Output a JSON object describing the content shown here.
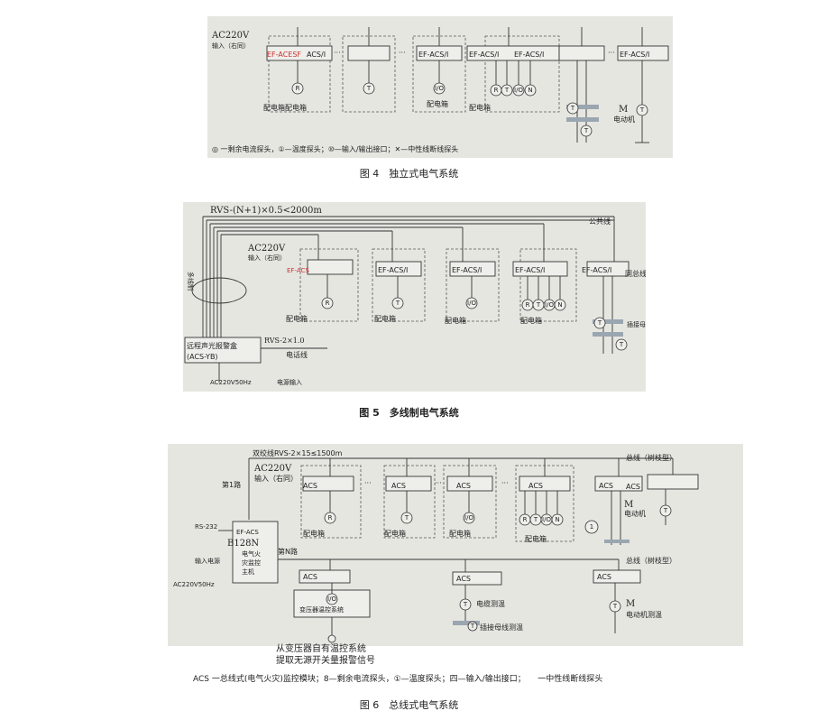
{
  "fig4": {
    "input_label": "AC220V",
    "input_sub": "输入（右同）",
    "modules": [
      "EF-ACESF",
      "ACS/I",
      "EF-ACS/I",
      "EF-ACS/I",
      "EF-ACS/I",
      "EF-ACS/I"
    ],
    "ellipsis": "···",
    "box_labels": [
      "配电箱配电箱",
      "配电箱",
      "配电箱"
    ],
    "motor_label": "M",
    "motor_sub": "电动机",
    "legend": "◎ 一剩余电流探头，①—温度探头；⑩—输入/输出接口；✕—中性线断线探头",
    "caption": "图 4　独立式电气系统"
  },
  "fig5": {
    "cable_label": "RVS-(N+1)×0.5<2000m",
    "input_label": "AC220V",
    "input_sub": "输入（右同）",
    "public_line": "公共线",
    "modules": [
      "EF-ACS",
      "EF-ACS/I",
      "EF-ACS/I",
      "EF-ACS/I",
      "EF-ACS/I"
    ],
    "bus_label": "同总线式",
    "left_vertical": "多线制",
    "box_labels": [
      "配电箱",
      "配电箱",
      "配电箱",
      "配电箱"
    ],
    "alarm_box_line1": "远程声光报警盒",
    "alarm_box_line2": "(ACS-YB)",
    "phone_cable": "RVS-2×1.0",
    "phone_label": "电话线",
    "power_left": "AC220V50Hz",
    "power_right": "电源输入",
    "busbar_label": "插接母线",
    "caption": "图 5　多线制电气系统"
  },
  "fig6": {
    "twisted_pair": "双绞线RVS-2×15≤1500m",
    "bus_top": "总线（树枝型）",
    "bus_mid": "总线（树枝型）",
    "route1": "第1路",
    "routeN": "第N路",
    "input_label": "AC220V",
    "input_sub": "输入（右同）",
    "acs": "ACS",
    "box_labels": [
      "配电箱",
      "配电箱",
      "配电箱",
      "配电箱"
    ],
    "motor_label": "M",
    "motor_sub": "电动机",
    "controller_lines": [
      "EF-ACS",
      "B128N",
      "电气火",
      "灾监控",
      "主机"
    ],
    "rs232": "RS-232",
    "input_power": "输入电源",
    "power_ac": "AC220V50Hz",
    "transformer_box": "变压器温控系统",
    "cable_temp": "电缆测温",
    "busbar_temp": "插接母线测温",
    "motor_temp": "电动机测温",
    "note_line1": "从变压器自有温控系统",
    "note_line2": "提取无源开关量报警信号",
    "legend": "ACS 一总线式(电气火灾)监控模块；8—剩余电流探头，①—温度探头；四—输入/输出接口；　　一中性线断线探头",
    "caption": "图 6　总线式电气系统"
  }
}
